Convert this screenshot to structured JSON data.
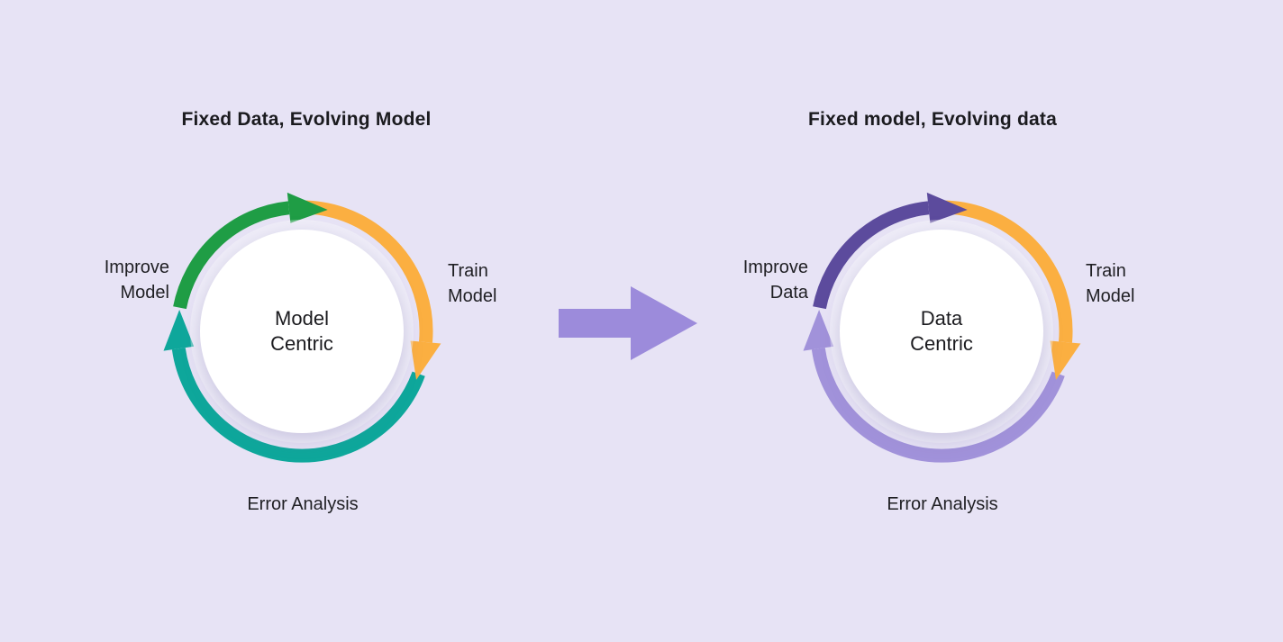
{
  "page": {
    "background": "#E7E3F5",
    "text_color": "#1B1B1F"
  },
  "colors": {
    "green": "#1F9D45",
    "yellow": "#FBAF41",
    "teal": "#0EA79B",
    "dark_purple": "#5C4B9D",
    "light_purple": "#A192DA",
    "transition_arrow": "#9C8BDB",
    "circle_fill": "#FFFFFF"
  },
  "diagrams": [
    {
      "title": "Fixed Data, Evolving Model",
      "center_label": {
        "line1": "Model",
        "line2": "Centric"
      },
      "labels": {
        "improve": {
          "line1": "Improve",
          "line2": "Model"
        },
        "train": {
          "line1": "Train",
          "line2": "Model"
        },
        "error": "Error Analysis"
      },
      "arc_colors": {
        "improve": "#1F9D45",
        "train": "#FBAF41",
        "error": "#0EA79B"
      }
    },
    {
      "title": "Fixed model, Evolving data",
      "center_label": {
        "line1": "Data",
        "line2": "Centric"
      },
      "labels": {
        "improve": {
          "line1": "Improve",
          "line2": "Data"
        },
        "train": {
          "line1": "Train",
          "line2": "Model"
        },
        "error": "Error Analysis"
      },
      "arc_colors": {
        "improve": "#5C4B9D",
        "train": "#FBAF41",
        "error": "#A192DA"
      }
    }
  ],
  "transition": {
    "arrow_color": "#9C8BDB",
    "direction": "right"
  }
}
